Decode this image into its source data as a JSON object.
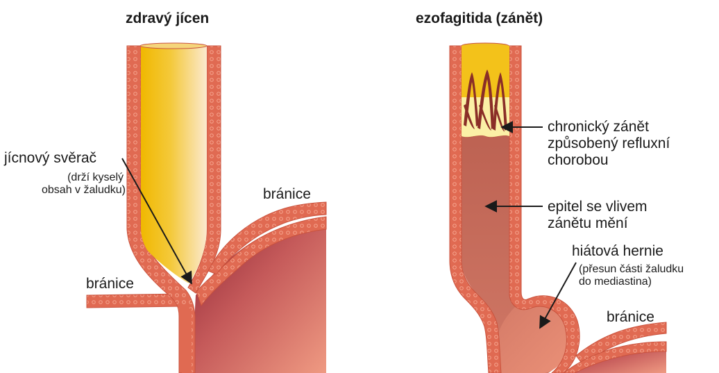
{
  "left_panel": {
    "title": "zdravý jícen",
    "sphincter_label": "jícnový svěrač",
    "sphincter_note_line1": "(drží kyselý",
    "sphincter_note_line2": "obsah v žaludku)",
    "diaphragm_right_label": "bránice",
    "diaphragm_left_label": "bránice"
  },
  "right_panel": {
    "title": "ezofagitida (zánět)",
    "inflammation_line1": "chronický zánět",
    "inflammation_line2": "způsobený refluxní",
    "inflammation_line3": "chorobou",
    "epithelium_line1": "epitel se vlivem",
    "epithelium_line2": "zánětu mění",
    "hernia_label": "hiátová hernie",
    "hernia_note_line1": "(přesun části žaludku",
    "hernia_note_line2": "do mediastina)",
    "diaphragm_label": "bránice"
  },
  "colors": {
    "wall": "#e06a52",
    "wall_dots": "#f6a58f",
    "healthy_lumen_yellow": "#f3c21a",
    "healthy_lumen_pale": "#fbe6c4",
    "inflamed_lumen": "#b45a4c",
    "stomach_dark": "#962f3a",
    "stomach_light": "#e58975",
    "mucosa_cream": "#fbf0a6",
    "fold_dark": "#8a2e27",
    "pointer": "#1a1a1a"
  }
}
